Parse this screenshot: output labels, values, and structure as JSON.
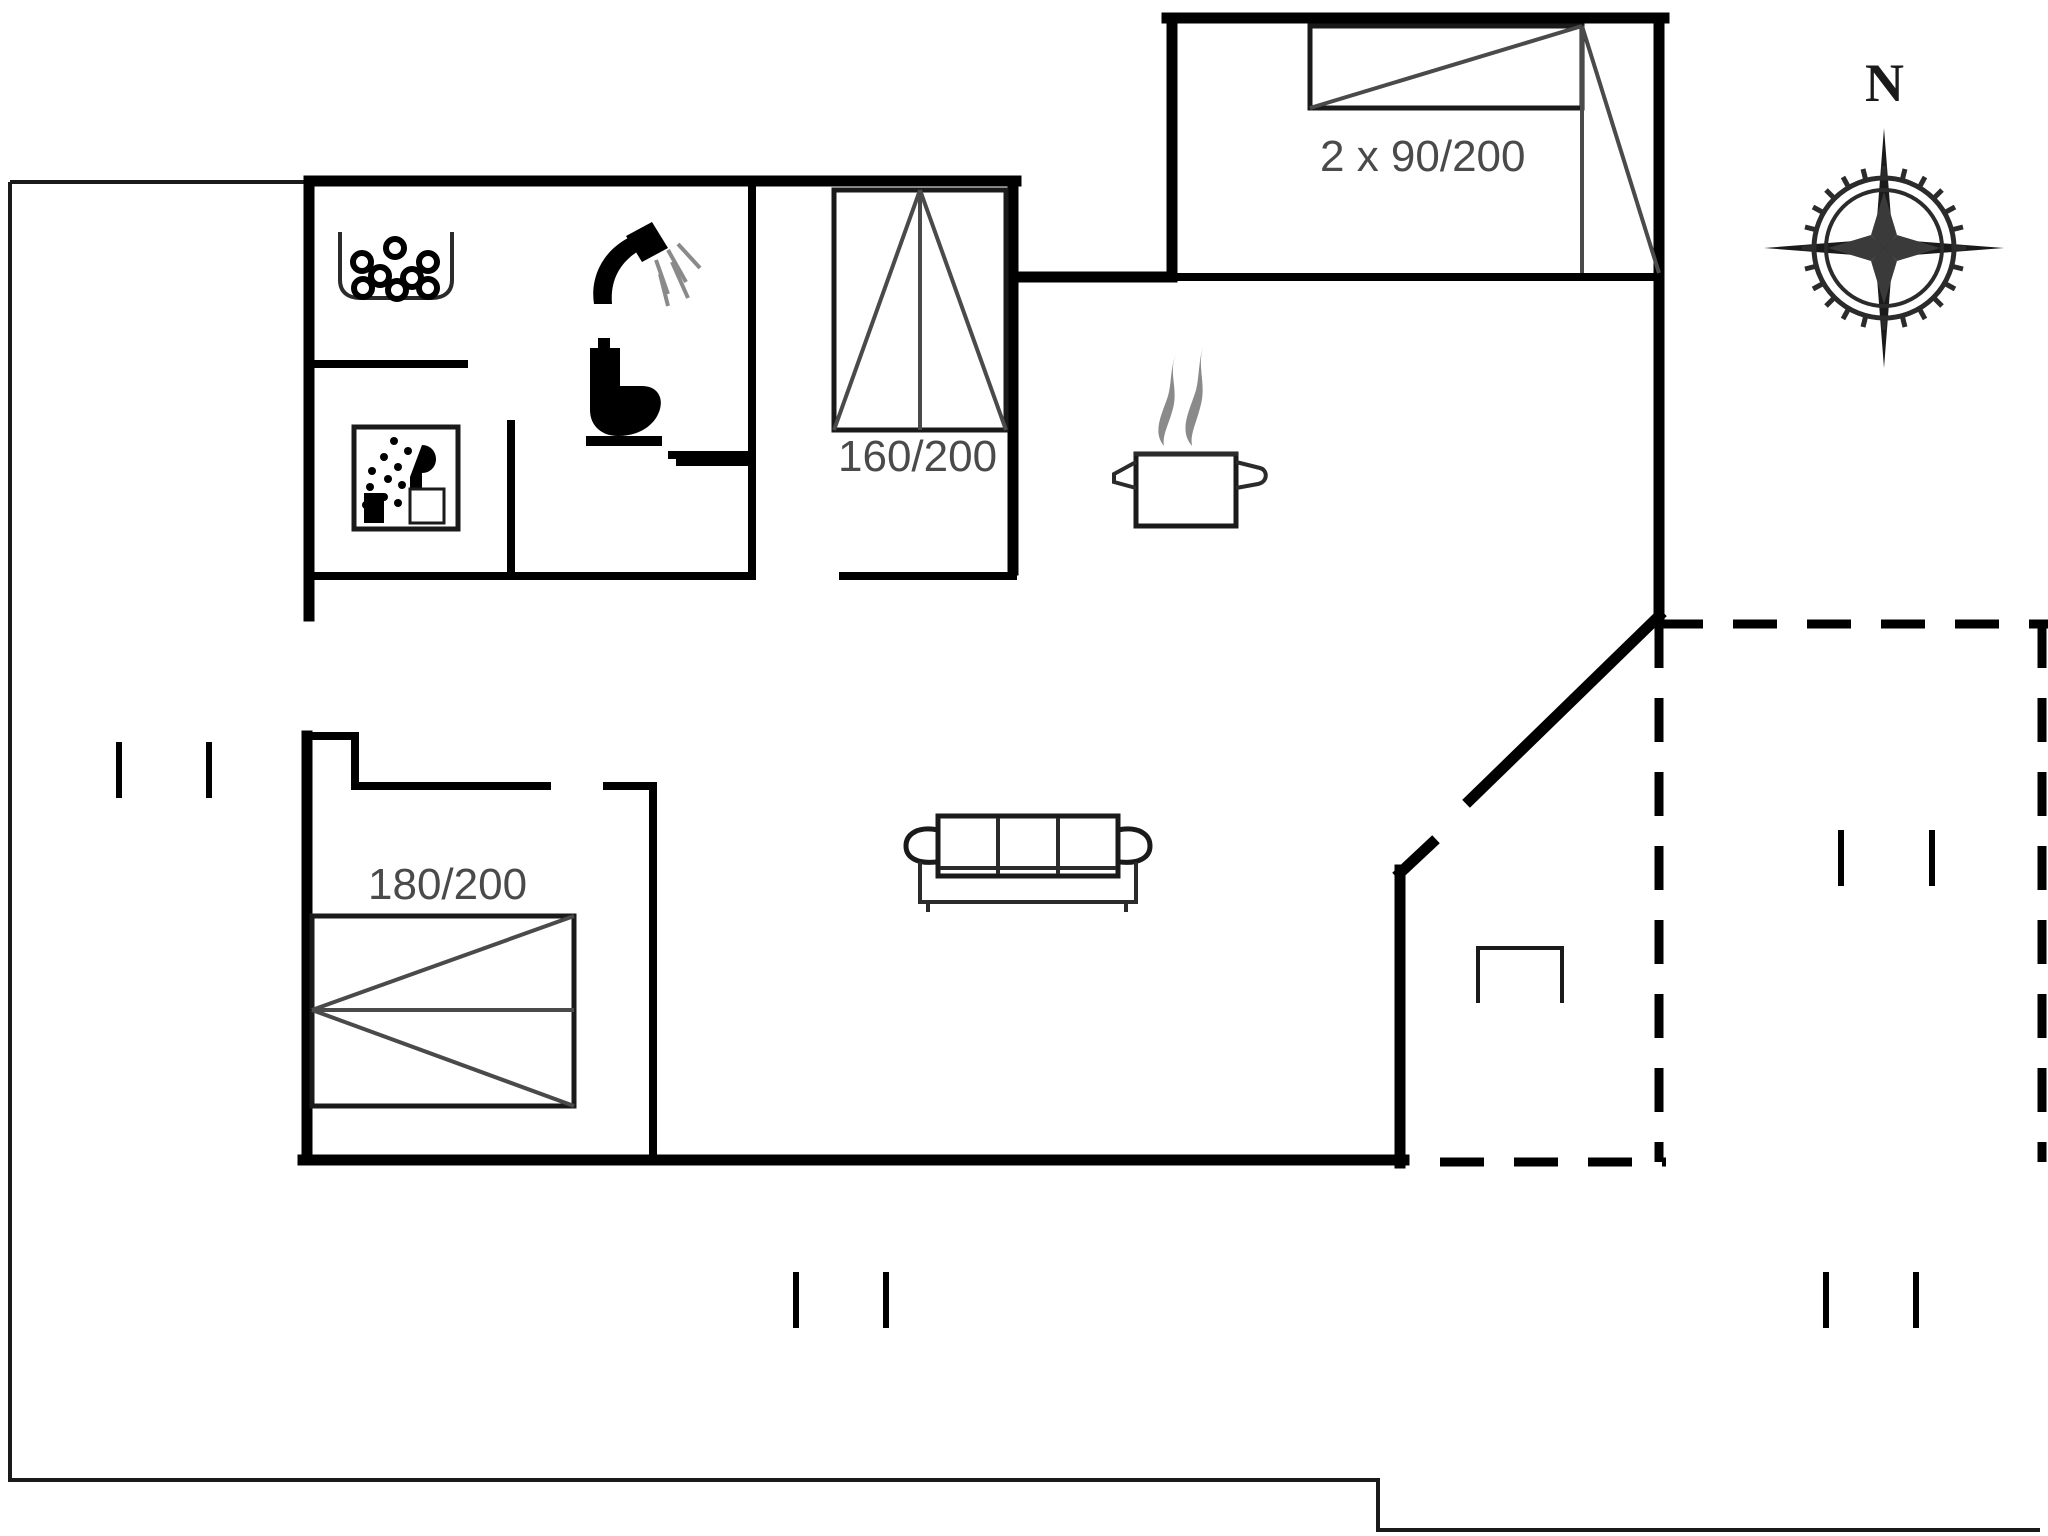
{
  "plan": {
    "title": "Holiday house floor plan",
    "type": "architectural-floor-plan",
    "orientation_marker": {
      "label": "N",
      "icon": "compass-rose-icon",
      "position": "top-right"
    },
    "line_color": "#000000",
    "background_color": "#ffffff",
    "dimension_text_color": "#4a4a4a"
  },
  "labels": {
    "bed_top_right": "2 x 90/200",
    "bed_center_top": "160/200",
    "bed_lower_left": "180/200"
  },
  "rooms": [
    {
      "name": "bedroom-top-right",
      "label": "2 x 90/200",
      "furniture": [
        "twin-beds"
      ]
    },
    {
      "name": "bedroom-center-top",
      "label": "160/200",
      "furniture": [
        "double-bed"
      ]
    },
    {
      "name": "bedroom-lower-left",
      "label": "180/200",
      "furniture": [
        "double-bed",
        "wardrobe-nook"
      ]
    },
    {
      "name": "bathroom",
      "label": "",
      "furniture": [
        "whirlpool-tub",
        "shower",
        "toilet"
      ]
    },
    {
      "name": "sauna",
      "label": "",
      "furniture": [
        "sauna-bench"
      ]
    },
    {
      "name": "living-room",
      "label": "",
      "furniture": [
        "sofa"
      ]
    },
    {
      "name": "kitchen",
      "label": "",
      "furniture": [
        "cooking-pot"
      ]
    },
    {
      "name": "terrace",
      "label": "",
      "furniture": []
    }
  ],
  "icons": [
    {
      "name": "whirlpool-tub-icon",
      "meaning": "whirlpool / jacuzzi bath"
    },
    {
      "name": "shower-icon",
      "meaning": "shower head with water spray"
    },
    {
      "name": "toilet-icon",
      "meaning": "toilet"
    },
    {
      "name": "sauna-icon",
      "meaning": "sauna with seated person and steam"
    },
    {
      "name": "cooking-pot-icon",
      "meaning": "kitchen / cooking pot with steam"
    },
    {
      "name": "sofa-icon",
      "meaning": "three seat sofa / living area"
    },
    {
      "name": "compass-rose-icon",
      "meaning": "north orientation compass"
    }
  ]
}
